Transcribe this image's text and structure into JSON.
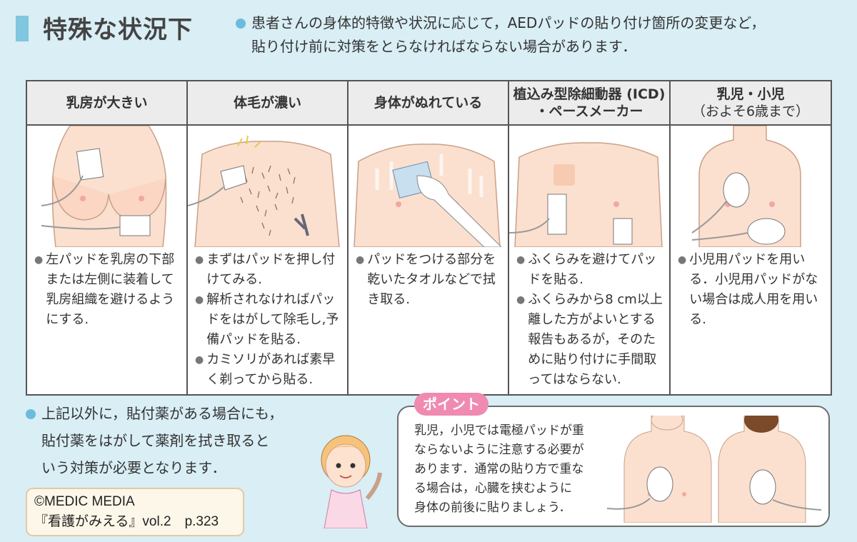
{
  "header": {
    "title": "特殊な状況下",
    "intro_line1": "患者さんの身体的特徴や状況に応じて，AEDパッドの貼り付け箇所の変更など，",
    "intro_line2": "貼り付け前に対策をとらなければならない場合があります．"
  },
  "cases": [
    {
      "heading": [
        "乳房が大きい"
      ],
      "items": [
        "左パッドを乳房の下部または左側に装着して乳房組織を避けるようにする."
      ]
    },
    {
      "heading": [
        "体毛が濃い"
      ],
      "items": [
        "まずはパッドを押し付けてみる.",
        "解析されなければパッドをはがして除毛し,予備パッドを貼る.",
        "カミソリがあれば素早く剃ってから貼る."
      ]
    },
    {
      "heading": [
        "身体がぬれている"
      ],
      "items": [
        "パッドをつける部分を乾いたタオルなどで拭き取る."
      ]
    },
    {
      "heading": [
        "植込み型除細動器 (ICD)",
        "・ペースメーカー"
      ],
      "items": [
        "ふくらみを避けてパッドを貼る.",
        "ふくらみから8 cm以上離した方がよいとする報告もあるが，そのために貼り付けに手間取ってはならない."
      ]
    },
    {
      "heading": [
        "乳児・小児",
        "（およそ6歳まで）"
      ],
      "items": [
        "小児用パッドを用いる．小児用パッドがない場合は成人用を用いる."
      ]
    }
  ],
  "bottom_note": {
    "line1": "上記以外に，貼付薬がある場合にも，",
    "line2": "貼付薬をはがして薬剤を拭き取ると",
    "line3": "いう対策が必要となります．"
  },
  "credit": {
    "line1": "©MEDIC MEDIA",
    "line2": "『看護がみえる』vol.2　p.323"
  },
  "point": {
    "tag": "ポイント",
    "lines": [
      "乳児，小児では電極パッドが重",
      "ならないように注意する必要が",
      "あります．通常の貼り方で重な",
      "る場合は，心臓を挟むように",
      "身体の前後に貼りましょう．"
    ]
  },
  "colors": {
    "background": "#d9eef5",
    "accent": "#7fc6de",
    "point_pink": "#f08ab0",
    "skin": "#fbe0cf"
  }
}
